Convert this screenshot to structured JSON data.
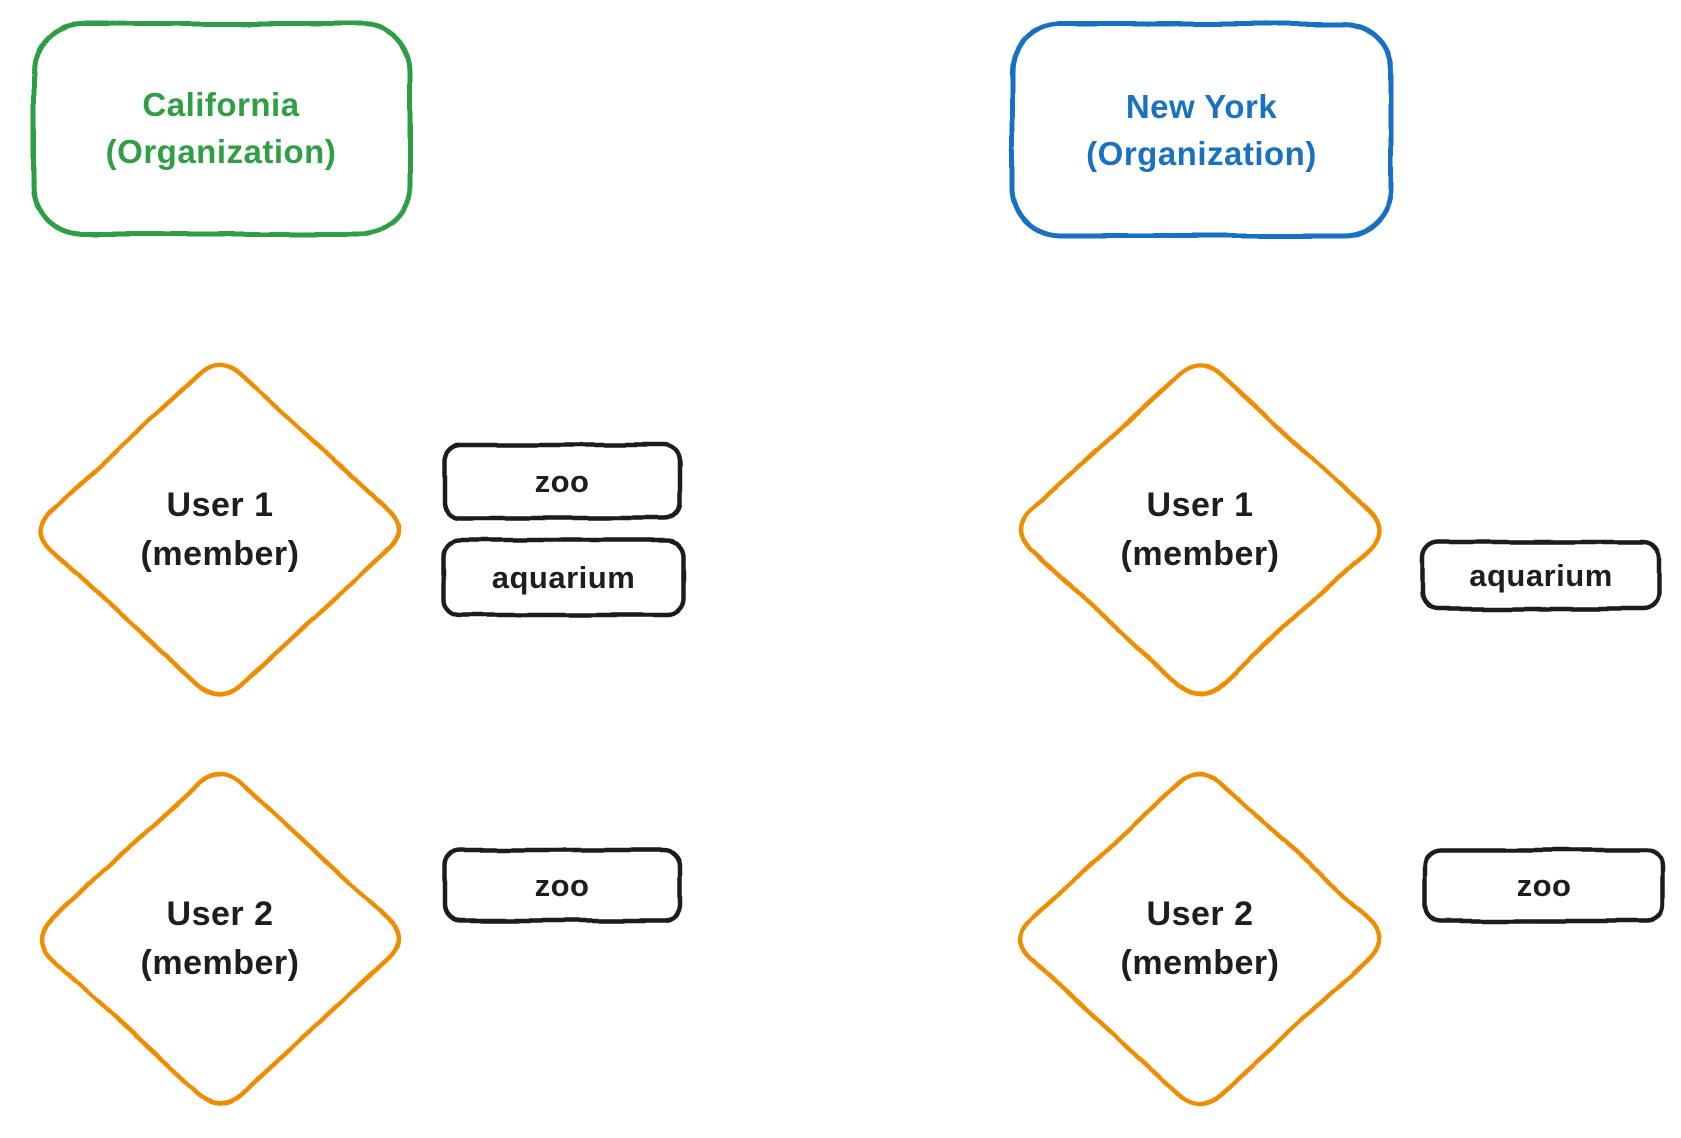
{
  "canvas": {
    "background": "#ffffff"
  },
  "colors": {
    "org_california": "#2f9e44",
    "org_new_york": "#1971c2",
    "user_diamond": "#f08c00",
    "ink": "#1e1e1e"
  },
  "organizations": [
    {
      "id": "california",
      "name": "California",
      "type_label": "(Organization)"
    },
    {
      "id": "new-york",
      "name": "New York",
      "type_label": "(Organization)"
    }
  ],
  "users": [
    {
      "org": "california",
      "name": "User 1",
      "role_label": "(member)",
      "tags": [
        "zoo",
        "aquarium"
      ]
    },
    {
      "org": "california",
      "name": "User 2",
      "role_label": "(member)",
      "tags": [
        "zoo"
      ]
    },
    {
      "org": "new-york",
      "name": "User 1",
      "role_label": "(member)",
      "tags": [
        "aquarium"
      ]
    },
    {
      "org": "new-york",
      "name": "User 2",
      "role_label": "(member)",
      "tags": [
        "zoo"
      ]
    }
  ]
}
